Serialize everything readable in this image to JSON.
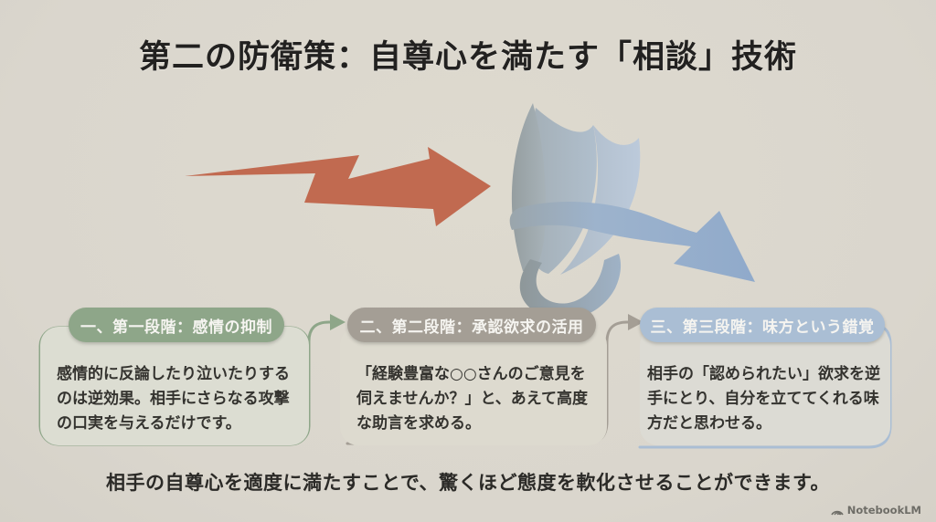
{
  "title": "第二の防衛策：自尊心を満たす「相談」技術",
  "stages": [
    {
      "header": "一、第一段階：感情の抑制",
      "body": "感情的に反論したり泣いたりするのは逆効果。相手にさらなる攻撃の口実を与えるだけです。",
      "accent": "#8ea689"
    },
    {
      "header": "二、第二段階：承認欲求の活用",
      "body": "「経験豊富な○○さんのご意見を伺えませんか？」と、あえて高度な助言を求める。",
      "accent": "#a49e95"
    },
    {
      "header": "三、第三段階：味方という錯覚",
      "body": "相手の「認められたい」欲求を逆手にとり、自分を立ててくれる味方だと思わせる。",
      "accent": "#aabed4"
    }
  ],
  "caption": "相手の自尊心を適度に満たすことで、驚くほど態度を軟化させることができます。",
  "watermark": "NotebookLM",
  "colors": {
    "background": "#dad6cd",
    "attack_arrow_red": "#c16a50",
    "deflect_arrow_blue": "#93acc9",
    "plume_gray": "#99a2a4",
    "plume_blue": "#b6c4d3",
    "text_dark": "#2b2a27",
    "header_text": "#f5f4f0"
  }
}
